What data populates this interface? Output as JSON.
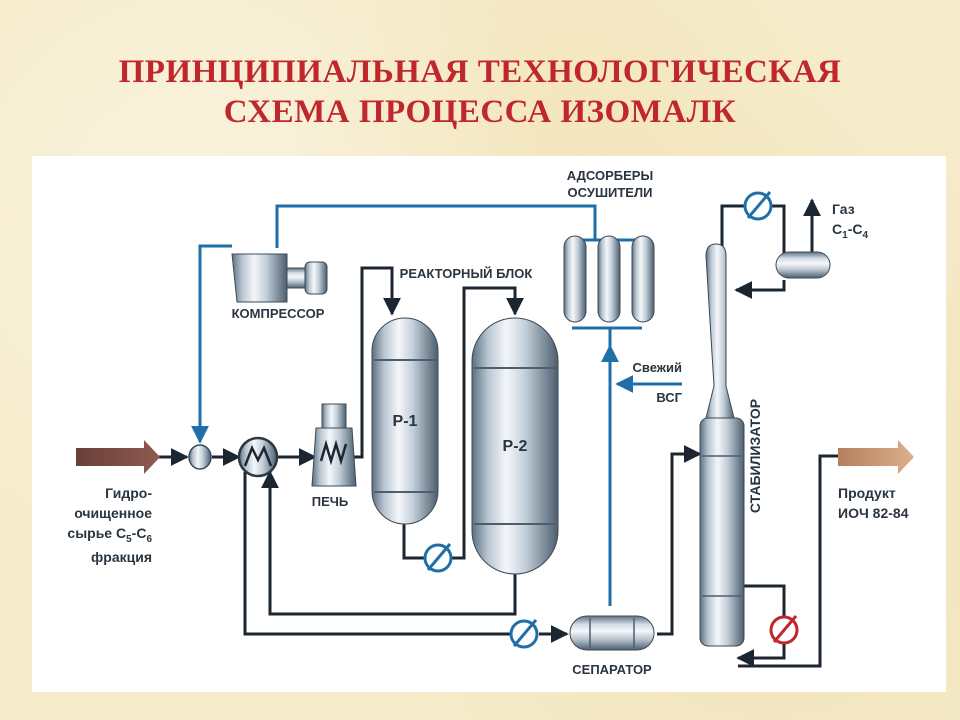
{
  "title": {
    "line1": "ПРИНЦИПИАЛЬНАЯ ТЕХНОЛОГИЧЕСКАЯ",
    "line2": "СХЕМА ПРОЦЕССА ИЗОМАЛК"
  },
  "labels": {
    "adsorbers_line1": "АДСОРБЕРЫ",
    "adsorbers_line2": "ОСУШИТЕЛИ",
    "reactor_block": "РЕАКТОРНЫЙ БЛОК",
    "compressor": "КОМПРЕССОР",
    "furnace": "ПЕЧЬ",
    "reactor1": "Р-1",
    "reactor2": "Р-2",
    "separator": "СЕПАРАТОР",
    "stabilizer": "СТАБИЛИЗАТОР",
    "fresh_line1": "Свежий",
    "fresh_line2": "ВСГ",
    "gas_line1": "Газ",
    "gas_c1": "С",
    "gas_sub1": "1",
    "gas_dash": "-С",
    "gas_sub4": "4",
    "feed_line1": "Гидро-",
    "feed_line2": "очищенное",
    "feed_line3_a": "сырье С",
    "feed_sub5": "5",
    "feed_line3_b": "-С",
    "feed_sub6": "6",
    "feed_line4": "фракция",
    "product_line1": "Продукт",
    "product_line2": "ИОЧ 82-84"
  },
  "colors": {
    "title": "#c0272d",
    "line_dark": "#1c2630",
    "line_blue": "#1f6fa8",
    "valve": "#1f6fa8",
    "valve_red": "#c0272d",
    "feed_arrow": "#7a4b45",
    "product_arrow": "#c9916a"
  }
}
